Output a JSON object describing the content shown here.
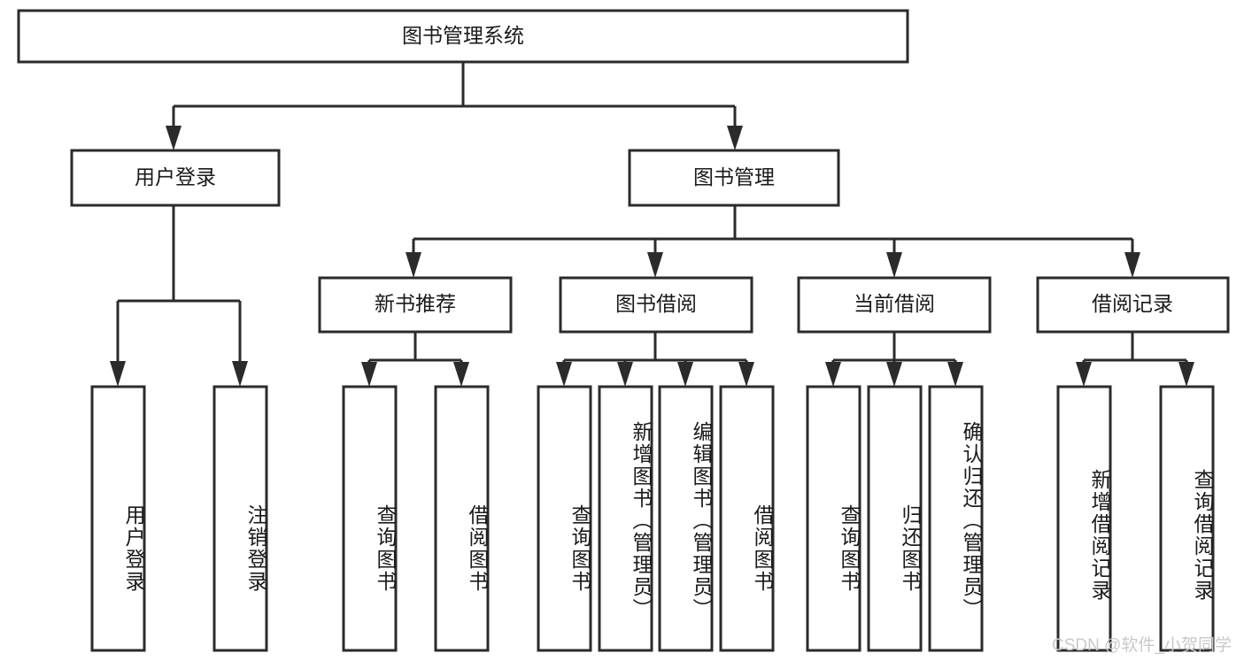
{
  "diagram": {
    "title": "图书管理系统",
    "type": "tree-hierarchy-chart",
    "root": {
      "label": "图书管理系统"
    },
    "level2": [
      {
        "label": "用户登录"
      },
      {
        "label": "图书管理"
      }
    ],
    "level3": [
      {
        "label": "新书推荐"
      },
      {
        "label": "图书借阅"
      },
      {
        "label": "当前借阅"
      },
      {
        "label": "借阅记录"
      }
    ],
    "leaves": {
      "user_login": [
        {
          "label": "用户登录"
        },
        {
          "label": "注销登录"
        }
      ],
      "new_book_recommend": [
        {
          "label": "查询图书"
        },
        {
          "label": "借阅图书"
        }
      ],
      "book_borrow": [
        {
          "label": "查询图书"
        },
        {
          "label": "新增图书（管理员）"
        },
        {
          "label": "编辑图书（管理员）"
        },
        {
          "label": "借阅图书"
        }
      ],
      "current_borrow": [
        {
          "label": "查询图书"
        },
        {
          "label": "归还图书"
        },
        {
          "label": "确认归还（管理员）"
        }
      ],
      "borrow_record": [
        {
          "label": "新增借阅记录"
        },
        {
          "label": "查询借阅记录"
        }
      ]
    },
    "watermark": "CSDN @软件_小贺同学",
    "colors": {
      "stroke": "#2b2b2b",
      "fill": "#ffffff",
      "text": "#1a1a1a",
      "watermark": "#c9c9c9"
    }
  }
}
